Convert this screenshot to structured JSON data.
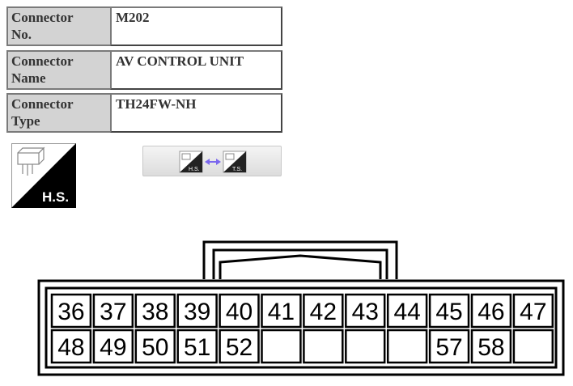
{
  "info": {
    "connector_no": {
      "label_line1": "Connector",
      "label_line2": "No.",
      "value": "M202"
    },
    "connector_name": {
      "label_line1": "Connector",
      "label_line2": "Name",
      "value": "AV CONTROL UNIT"
    },
    "connector_type": {
      "label_line1": "Connector",
      "label_line2": "Type",
      "value": "TH24FW-NH"
    }
  },
  "view_icon": {
    "icon": "harness-side-icon",
    "label": "H.S."
  },
  "view_toggle": {
    "left_label": "H.S.",
    "right_label": "T.S.",
    "arrow_icon": "double-arrow-icon",
    "arrow_color": "#7b68ee"
  },
  "connector": {
    "row1_pins": [
      "36",
      "37",
      "38",
      "39",
      "40",
      "41",
      "42",
      "43",
      "44",
      "45",
      "46",
      "47"
    ],
    "row2_pins": [
      "48",
      "49",
      "50",
      "51",
      "52",
      "",
      "",
      "",
      "",
      "57",
      "58",
      ""
    ]
  }
}
